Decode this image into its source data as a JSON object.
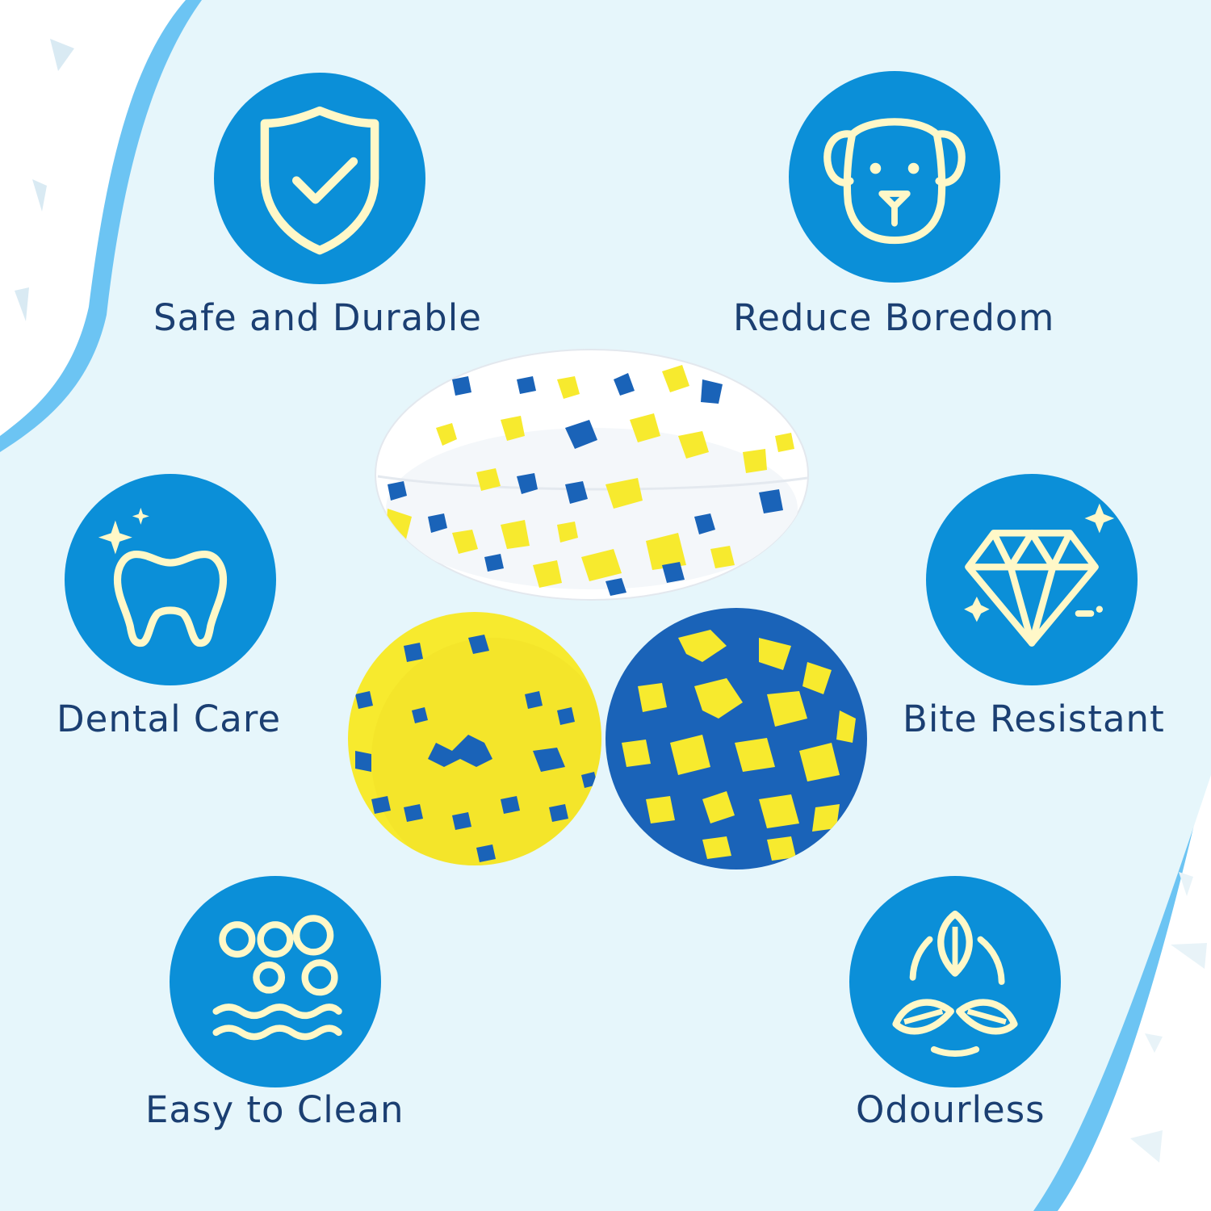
{
  "colors": {
    "background": "#e6f6fb",
    "wave": "#6cc4f3",
    "badge": "#0b8fd8",
    "icon_stroke": "#fff8c8",
    "label_text": "#1b3f72",
    "ball_yellow": "#f7ea2e",
    "ball_blue": "#1a63b8",
    "ball_white": "#ffffff"
  },
  "features": [
    {
      "id": "safe",
      "label": "Safe and Durable",
      "icon": "shield-check-icon"
    },
    {
      "id": "boredom",
      "label": "Reduce Boredom",
      "icon": "dog-face-icon"
    },
    {
      "id": "dental",
      "label": "Dental Care",
      "icon": "sparkling-tooth-icon"
    },
    {
      "id": "bite",
      "label": "Bite Resistant",
      "icon": "diamond-icon"
    },
    {
      "id": "clean",
      "label": "Easy to Clean",
      "icon": "bubbles-water-icon"
    },
    {
      "id": "odour",
      "label": "Odourless",
      "icon": "leaves-cycle-icon"
    }
  ],
  "product": {
    "items": [
      "white rugby ball with yellow and blue speckles",
      "yellow ball with blue speckles",
      "blue ball with yellow speckles"
    ]
  }
}
